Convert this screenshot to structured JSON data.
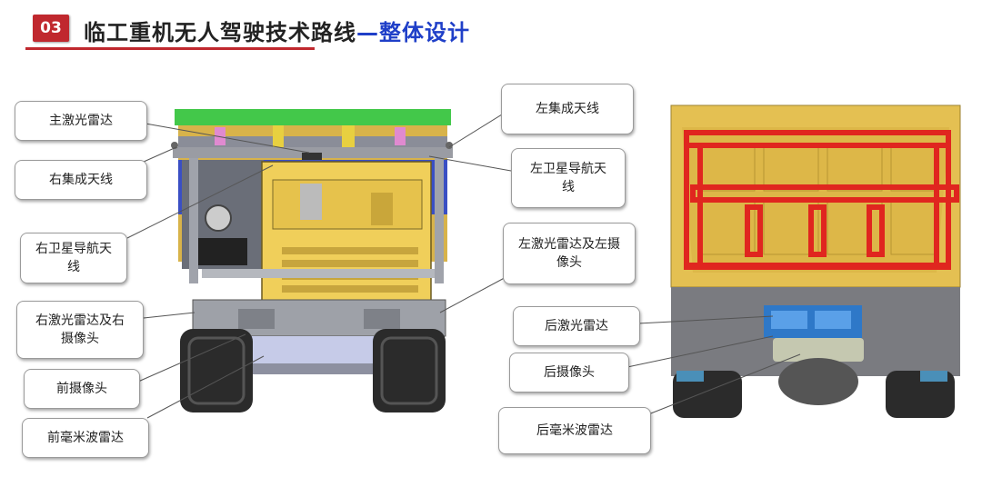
{
  "header": {
    "badge": "03",
    "title_main": "临工重机无人驾驶技术路线",
    "title_sub": "—整体设计"
  },
  "left_callouts": [
    {
      "key": "main-lidar",
      "label": "主激光雷达"
    },
    {
      "key": "right-antenna",
      "label": "右集成天线"
    },
    {
      "key": "right-gnss",
      "label": "右卫星导航天线"
    },
    {
      "key": "right-lidar-camera",
      "label": "右激光雷达及右摄像头"
    },
    {
      "key": "front-camera",
      "label": "前摄像头"
    },
    {
      "key": "front-radar",
      "label": "前毫米波雷达"
    }
  ],
  "right_callouts": [
    {
      "key": "left-antenna",
      "label": "左集成天线"
    },
    {
      "key": "left-gnss",
      "label": "左卫星导航天线"
    },
    {
      "key": "left-lidar-camera",
      "label": "左激光雷达及左摄像头"
    },
    {
      "key": "rear-lidar",
      "label": "后激光雷达"
    },
    {
      "key": "rear-camera",
      "label": "后摄像头"
    },
    {
      "key": "rear-radar",
      "label": "后毫米波雷达"
    }
  ],
  "colors": {
    "truck_yellow": "#e8c341",
    "frame_gray": "#9a9ca3",
    "cab_blue": "#3a4fc4",
    "roof_green": "#43c84a",
    "rear_red_frame": "#e0261f",
    "tire_dark": "#2b2b2b"
  }
}
